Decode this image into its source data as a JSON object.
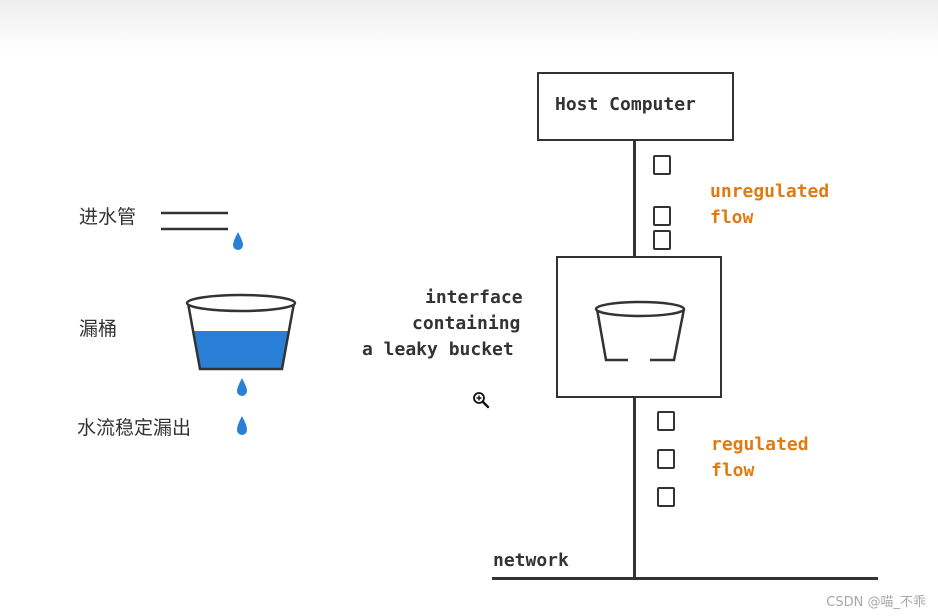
{
  "left": {
    "inlet_label": "进水管",
    "bucket_label": "漏桶",
    "outflow_label": "水流稳定漏出",
    "water_color": "#2a7fd6"
  },
  "right": {
    "host_label": "Host Computer",
    "unregulated_line1": "unregulated",
    "unregulated_line2": "flow",
    "interface_line1": "interface",
    "interface_line2": "containing",
    "interface_line3": "a leaky bucket",
    "regulated_line1": "regulated",
    "regulated_line2": "flow",
    "network_label": "network",
    "accent_color": "#e07b14"
  },
  "cursor": {
    "icon": "zoom-in-icon"
  },
  "watermark": "CSDN @喵_不乖"
}
